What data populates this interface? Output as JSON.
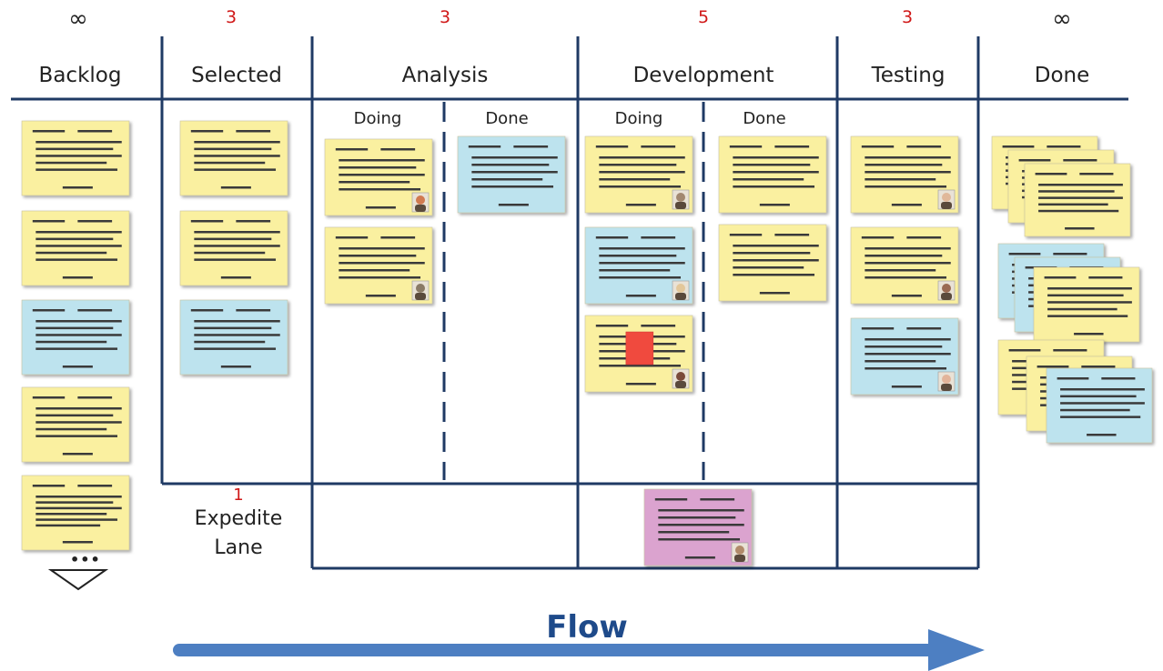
{
  "board": {
    "columns": [
      {
        "id": "backlog",
        "title": "Backlog",
        "wip_limit": "∞"
      },
      {
        "id": "selected",
        "title": "Selected",
        "wip_limit": "3"
      },
      {
        "id": "analysis",
        "title": "Analysis",
        "wip_limit": "3",
        "sub": [
          "Doing",
          "Done"
        ]
      },
      {
        "id": "development",
        "title": "Development",
        "wip_limit": "5",
        "sub": [
          "Doing",
          "Done"
        ]
      },
      {
        "id": "testing",
        "title": "Testing",
        "wip_limit": "3"
      },
      {
        "id": "done",
        "title": "Done",
        "wip_limit": "∞"
      }
    ],
    "expedite": {
      "wip_limit": "1",
      "label_line1": "Expedite",
      "label_line2": "Lane"
    },
    "flow_label": "Flow",
    "continuation_glyph": "•••"
  },
  "colors": {
    "line": "#1f3a64",
    "card_yellow": "#faf0a0",
    "card_blue": "#bde3ee",
    "card_pink": "#dba3cf",
    "blocker": "#f04a3e",
    "wip_red": "#d01818",
    "flow_arrow": "#4d7fc2"
  }
}
